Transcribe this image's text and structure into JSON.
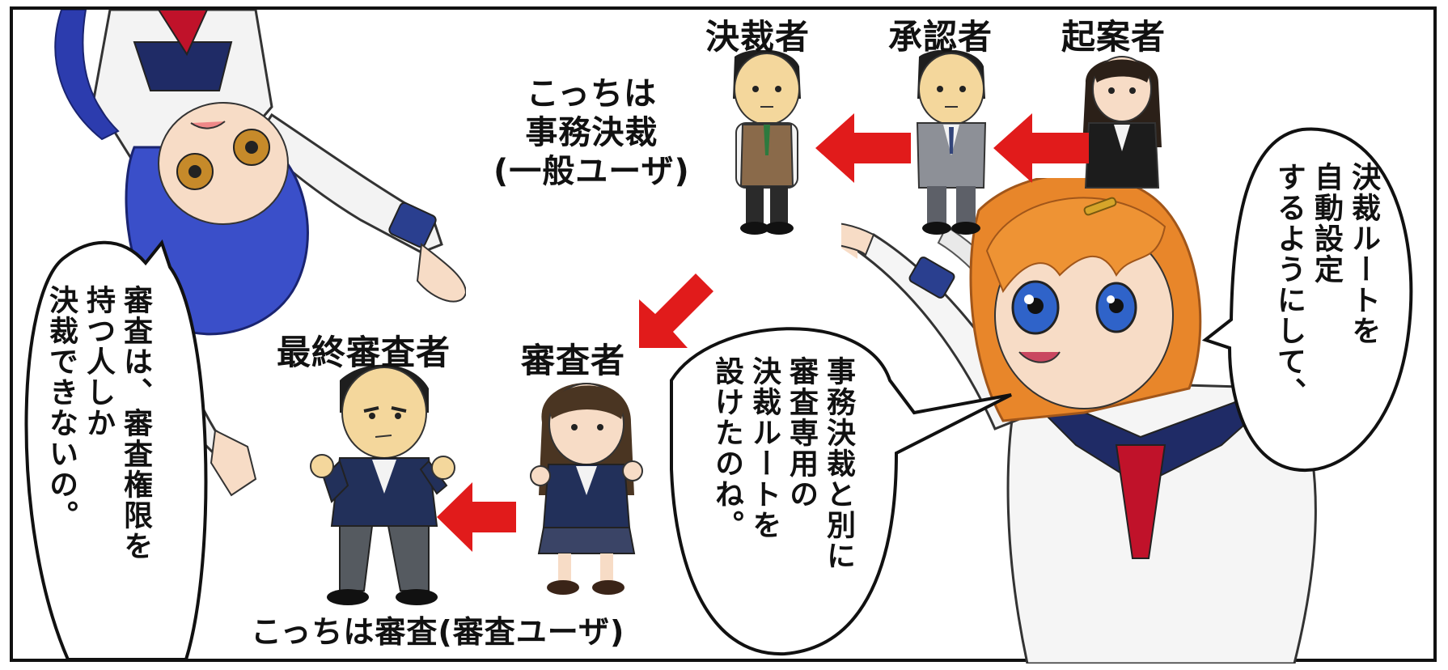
{
  "roles": {
    "approver_final": "決裁者",
    "approver": "承認者",
    "drafter": "起案者",
    "final_reviewer": "最終審査者",
    "reviewer": "審査者"
  },
  "annotations": {
    "top_group": "こっちは\n事務決裁\n(一般ユーザ)",
    "bottom_group": "こっちは審査(審査ユーザ)"
  },
  "speech": {
    "right_girl": "決裁ルートを\n自動設定\nするようにして、",
    "center": "事務決裁と別に\n審査専用の\n決裁ルートを\n設けたのね。",
    "left_girl": "審査は、審査権限を\n持つ人しか\n決裁できないの。"
  },
  "colors": {
    "arrow": "#e11b1b",
    "border": "#111111",
    "navy_suit": "#22305a",
    "brown_vest": "#8a6a4a",
    "gray_suit": "#8d9097",
    "black_suit": "#1c1c1c",
    "hair_orange": "#e8862a",
    "hair_blue": "#3a4fc9"
  }
}
